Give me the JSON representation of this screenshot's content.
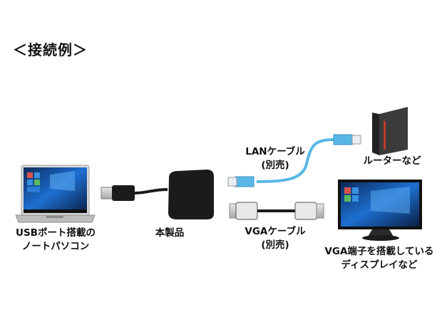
{
  "title": "＜接続例＞",
  "labels": {
    "laptop_line1": "USBポート搭載の",
    "laptop_line2": "ノートパソコン",
    "product": "本製品",
    "lan_cable_line1": "LANケーブル",
    "lan_cable_line2": "(別売)",
    "vga_cable_line1": "VGAケーブル",
    "vga_cable_line2": "(別売)",
    "router": "ルーターなど",
    "display_line1": "VGA端子を搭載している",
    "display_line2": "ディスプレイなど"
  },
  "colors": {
    "lan_cable": "#59b7e6",
    "router_accent": "#c0392b",
    "screen_blue": "#1e6fd1",
    "device_dark": "#1b1b1b"
  }
}
